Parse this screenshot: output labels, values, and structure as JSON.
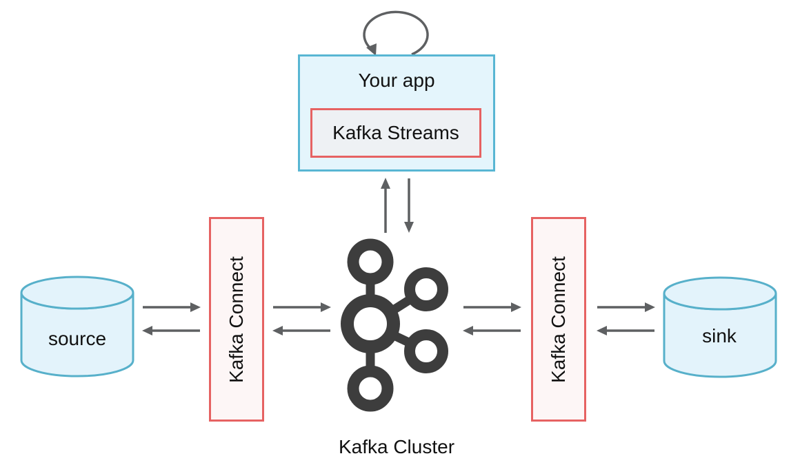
{
  "nodes": {
    "your_app": {
      "label": "Your app"
    },
    "kafka_streams": {
      "label": "Kafka Streams"
    },
    "kafka_connect_left": {
      "label": "Kafka Connect"
    },
    "kafka_connect_right": {
      "label": "Kafka Connect"
    },
    "source": {
      "label": "source"
    },
    "sink": {
      "label": "sink"
    },
    "kafka_cluster": {
      "label": "Kafka Cluster"
    }
  },
  "icons": {
    "kafka_logo": "kafka-logo-icon",
    "self_loop": "self-loop-arrow-icon"
  },
  "connections": [
    {
      "from": "your-app",
      "to": "your-app",
      "type": "self-loop"
    },
    {
      "from": "your-app",
      "to": "kafka-cluster",
      "type": "bidirectional-vertical"
    },
    {
      "from": "source",
      "to": "kafka-connect-left",
      "type": "bidirectional-horizontal"
    },
    {
      "from": "kafka-connect-left",
      "to": "kafka-cluster",
      "type": "bidirectional-horizontal"
    },
    {
      "from": "kafka-cluster",
      "to": "kafka-connect-right",
      "type": "bidirectional-horizontal"
    },
    {
      "from": "kafka-connect-right",
      "to": "sink",
      "type": "bidirectional-horizontal"
    }
  ],
  "colors": {
    "accent-blue": "#58b6d3",
    "app-fill": "#e4f5fc",
    "accent-red": "#e66262",
    "streams-fill": "#eef1f4",
    "connect-fill": "#fdf6f6",
    "cylinder-stroke": "#57b0ca",
    "cylinder-fill": "#e3f3fb",
    "arrow-gray": "#5e6062",
    "logo-gray": "#3d3d3d",
    "text-color": "#111111"
  }
}
